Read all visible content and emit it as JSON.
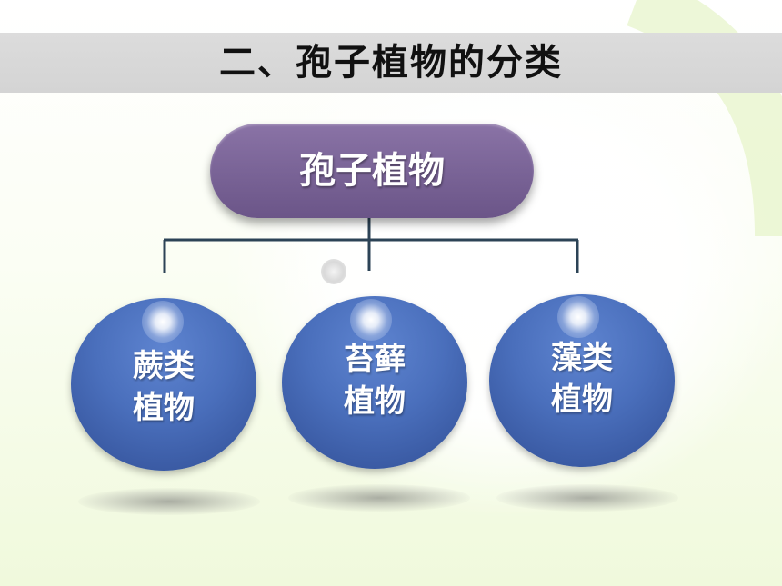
{
  "title": "二、孢子植物的分类",
  "root": {
    "label": "孢子植物",
    "color": "#7a6497"
  },
  "children": [
    {
      "line1": "蕨类",
      "line2": "植物"
    },
    {
      "line1": "苔藓",
      "line2": "植物"
    },
    {
      "line1": "藻类",
      "line2": "植物"
    }
  ],
  "colors": {
    "title_band": "#d9d9d9",
    "node_fill": "#4a6fbc",
    "connector": "#2c4356"
  }
}
